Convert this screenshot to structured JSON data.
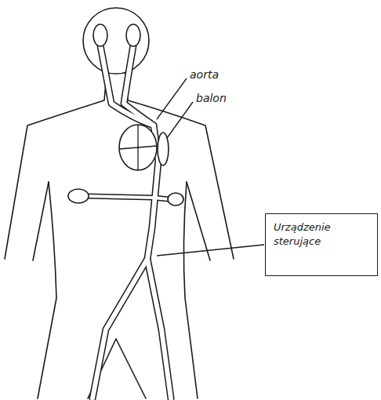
{
  "diagram": {
    "nodes": [
      {
        "text": [
          "Urządzenie sterujące"
        ]
      }
    ],
    "labels": [
      "aorta",
      "balon"
    ]
  }
}
